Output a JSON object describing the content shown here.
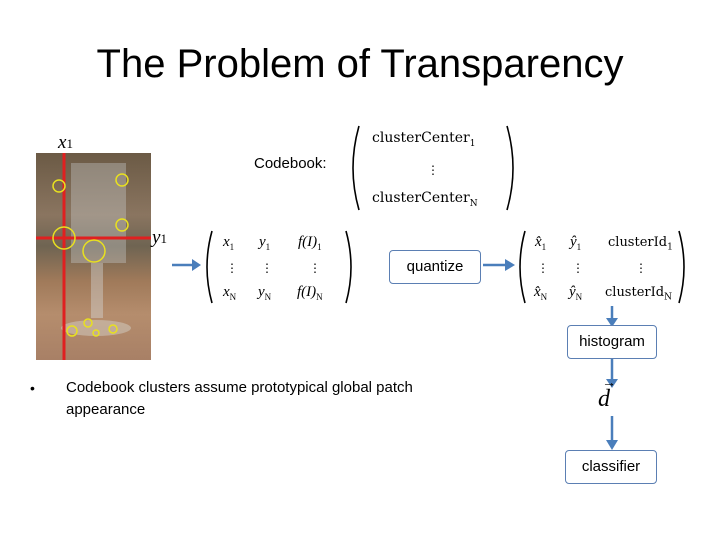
{
  "slide": {
    "title": "The Problem of Transparency",
    "x_label": "x",
    "x_sub": "1",
    "y_label": "y",
    "y_sub": "1",
    "codebook_label": "Codebook:",
    "codebook_rows": [
      "clusterCenter",
      "clusterCenter"
    ],
    "codebook_subs": [
      "1",
      "N"
    ],
    "quantize_label": "quantize",
    "histogram_label": "histogram",
    "classifier_label": "classifier",
    "d_label": "d",
    "bullet_text": "Codebook clusters assume prototypical global patch appearance",
    "matrix1": {
      "row1": [
        "x",
        "y",
        "f(I)"
      ],
      "row1_subs": [
        "1",
        "1",
        "1"
      ],
      "rowN": [
        "x",
        "y",
        "f(I)"
      ],
      "rowN_subs": [
        "N",
        "N",
        "N"
      ]
    },
    "matrix2": {
      "row1": [
        "x̂",
        "ŷ",
        "clusterId"
      ],
      "row1_subs": [
        "1",
        "1",
        "1"
      ],
      "rowN": [
        "x̂",
        "ŷ",
        "clusterId"
      ],
      "rowN_subs": [
        "N",
        "N",
        "N"
      ]
    }
  },
  "colors": {
    "accent_box_border": "#5b7fb3",
    "arrow": "#4a7ebb",
    "crosshair": "#e02020",
    "keypoint": "#e8e020"
  }
}
